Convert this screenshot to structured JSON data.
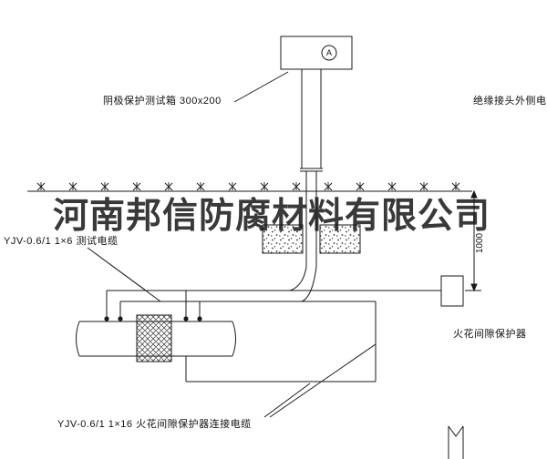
{
  "drawing": {
    "labels": {
      "test_box": "阴极保护测试箱 300x200",
      "outer_cable": "绝缘接头外侧电缆",
      "test_cable": "YJV-0.6/1  1×6   测试电缆",
      "spark_gap": "火花间隙保护器",
      "connecting_cable": "YJV-0.6/1  1×16   火花间隙保护器连接电缆"
    },
    "dimension_text": "1000",
    "meter_symbol": "A"
  },
  "watermark": {
    "text": "河南邦信防腐材料有限公司",
    "color": "#161616"
  },
  "colors": {
    "line": "#1a1a1a",
    "text": "#111111",
    "background": "#ffffff"
  }
}
